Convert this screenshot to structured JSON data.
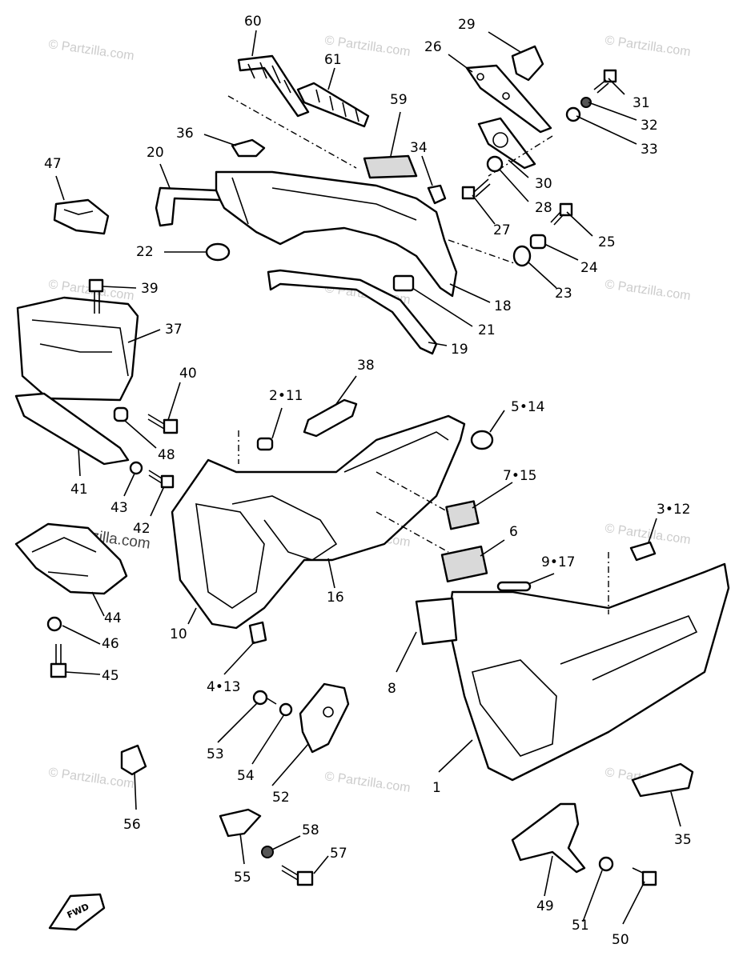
{
  "watermark": "© Partzilla.com",
  "arrow_label": "FWD",
  "labels": [
    "60",
    "61",
    "29",
    "26",
    "31",
    "32",
    "33",
    "59",
    "36",
    "34",
    "30",
    "28",
    "27",
    "25",
    "24",
    "23",
    "20",
    "47",
    "22",
    "18",
    "21",
    "19",
    "39",
    "37",
    "40",
    "38",
    "2•11",
    "5•14",
    "48",
    "7•15",
    "3•12",
    "41",
    "43",
    "42",
    "6",
    "9•17",
    "44",
    "16",
    "10",
    "46",
    "8",
    "45",
    "4•13",
    "53",
    "54",
    "52",
    "1",
    "56",
    "35",
    "58",
    "57",
    "55",
    "49",
    "51",
    "50"
  ]
}
